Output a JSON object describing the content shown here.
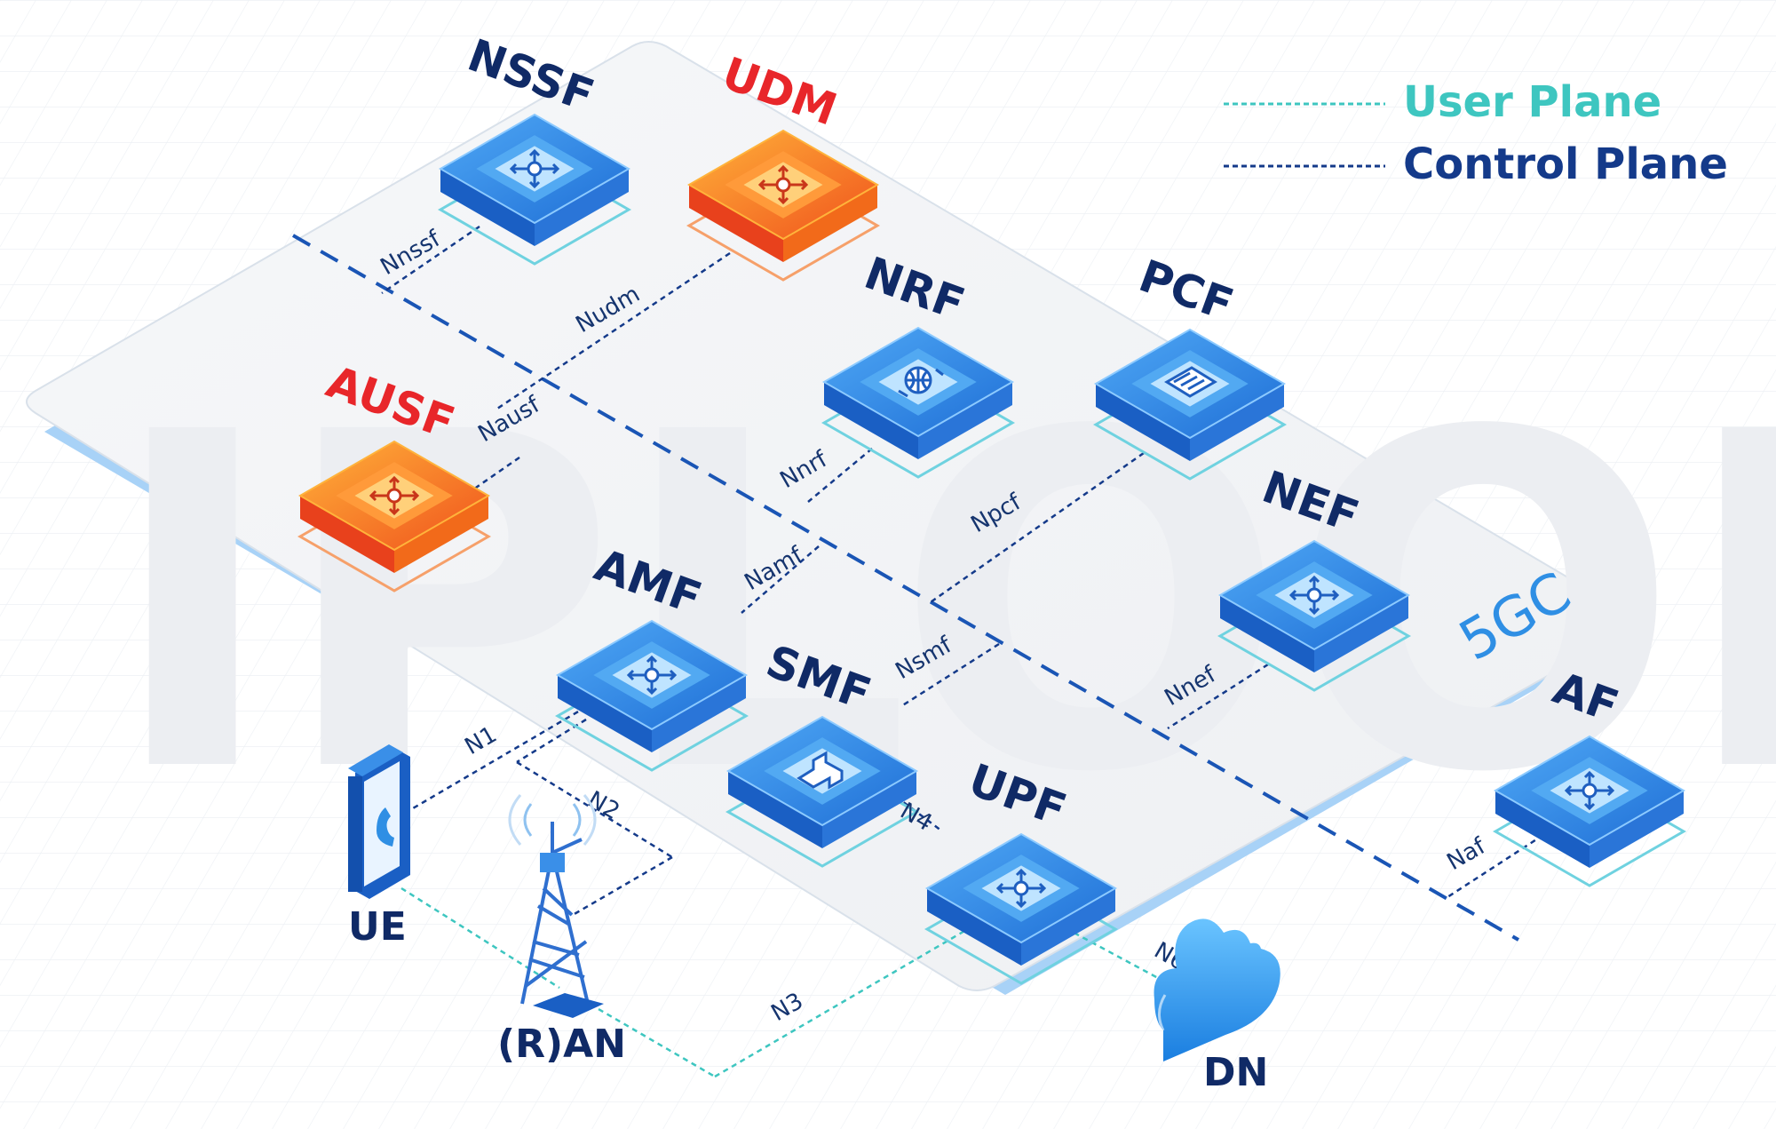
{
  "core_label": "5GC",
  "watermark": "IPLOOK",
  "legend": {
    "user_plane": "User Plane",
    "control_plane": "Control Plane"
  },
  "colors": {
    "blue_top": "#3a8fe8",
    "blue_side": "#1a5fc4",
    "red_top": "#ff7a1f",
    "red_side": "#e8411c",
    "user_plane": "#3ec6c0",
    "control_plane": "#143a8a",
    "label_dark": "#102a66",
    "label_red": "#e8262a"
  },
  "network_functions": [
    {
      "id": "nssf",
      "label": "NSSF",
      "color": "blue",
      "icon": "network-arrows-icon"
    },
    {
      "id": "udm",
      "label": "UDM",
      "color": "red",
      "icon": "network-arrows-icon"
    },
    {
      "id": "nrf",
      "label": "NRF",
      "color": "blue",
      "icon": "globe-repository-icon"
    },
    {
      "id": "pcf",
      "label": "PCF",
      "color": "blue",
      "icon": "calculator-icon"
    },
    {
      "id": "ausf",
      "label": "AUSF",
      "color": "red",
      "icon": "network-arrows-icon"
    },
    {
      "id": "nef",
      "label": "NEF",
      "color": "blue",
      "icon": "network-arrows-icon"
    },
    {
      "id": "amf",
      "label": "AMF",
      "color": "blue",
      "icon": "network-arrows-icon"
    },
    {
      "id": "smf",
      "label": "SMF",
      "color": "blue",
      "icon": "pipe-flow-icon"
    },
    {
      "id": "upf",
      "label": "UPF",
      "color": "blue",
      "icon": "network-arrows-icon"
    },
    {
      "id": "af",
      "label": "AF",
      "color": "blue",
      "icon": "network-arrows-icon"
    }
  ],
  "interfaces": {
    "nnssf": "Nnssf",
    "nudm": "Nudm",
    "nausf": "Nausf",
    "nnrf": "Nnrf",
    "npcf": "Npcf",
    "namf": "Namf",
    "nsmf": "Nsmf",
    "nnef": "Nnef",
    "naf": "Naf",
    "n1": "N1",
    "n2": "N2",
    "n3": "N3",
    "n4": "N4",
    "n6": "N6"
  },
  "external": {
    "ue": "UE",
    "ran": "(R)AN",
    "dn": "DN"
  }
}
